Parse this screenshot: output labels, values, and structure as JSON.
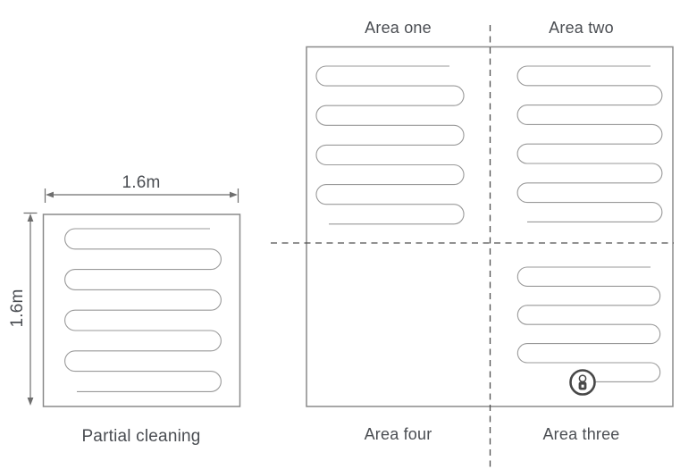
{
  "partial_figure": {
    "caption": "Partial cleaning",
    "width_label": "1.6m",
    "height_label": "1.6m"
  },
  "areas_figure": {
    "area_one": "Area one",
    "area_two": "Area two",
    "area_three": "Area three",
    "area_four": "Area four"
  },
  "icons": {
    "robot": "robot-vacuum-in-circle-icon"
  },
  "colors": {
    "background": "#ffffff",
    "box_border": "#8a8a8a",
    "path_line": "#999999",
    "dashed_divider": "#4f4f4f",
    "text": "#4a4d52",
    "dimension": "#6e6e6e",
    "robot": "#474747"
  }
}
